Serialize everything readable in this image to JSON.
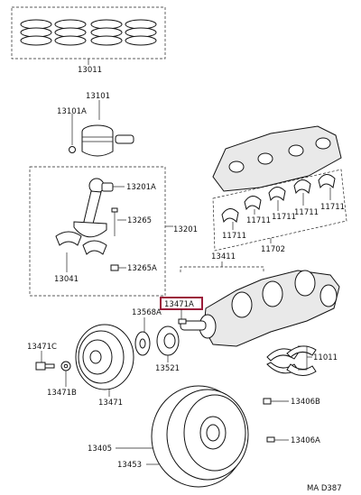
{
  "diagram": {
    "labels": {
      "piston_ring_set": "13011",
      "piston_with_pin": "13101",
      "piston_pin_hole_snap_ring": "13101A",
      "connecting_rod": "13201A",
      "connecting_rod_bolt": "13265",
      "connecting_rod_assembly": "13201",
      "connecting_rod_bearing": "13041",
      "connecting_rod_nut": "13265A",
      "crankshaft": "13411",
      "crankshaft_key": "13471A",
      "crankshaft_oil_slinger": "13568A",
      "crankshaft_timing_gear": "13521",
      "crankshaft_pulley_bolt": "13471C",
      "crankshaft_pulley_washer": "13471B",
      "crankshaft_pulley": "13471",
      "main_bearing_set": "11702",
      "main_bearing_upper_1": "11711",
      "main_bearing_upper_2": "11711",
      "main_bearing_upper_3": "11711",
      "main_bearing_upper_4": "11711",
      "main_bearing_lower": "11711",
      "thrust_washer_set": "11011",
      "flywheel_bolt": "13406B",
      "flywheel_sub_assy": "13405",
      "flywheel_pin": "13406A",
      "ring_gear": "13453",
      "drawing_code": "MA  D387"
    },
    "highlight_label": "13471A",
    "highlight_color": "#9b1c3a"
  }
}
